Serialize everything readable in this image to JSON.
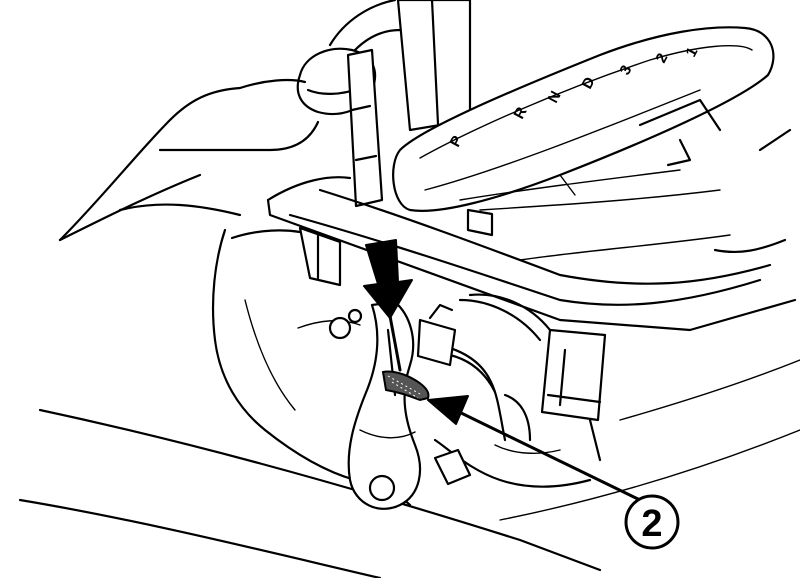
{
  "gate_positions": [
    "P",
    "R",
    "N",
    "D",
    "3",
    "2",
    "1"
  ],
  "callout": {
    "number": "2"
  },
  "colors": {
    "line": "#000000",
    "background": "#ffffff"
  }
}
